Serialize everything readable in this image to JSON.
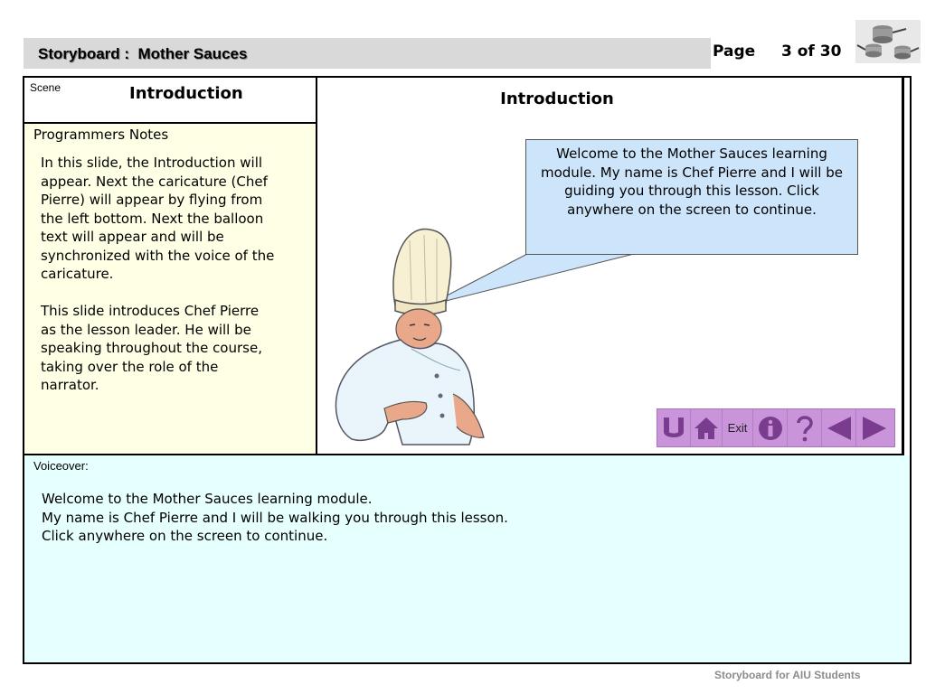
{
  "header": {
    "title": "Storyboard :  Mother Sauces",
    "page_label": "Page",
    "page_count": "3 of 30"
  },
  "scene": {
    "label": "Scene",
    "title": "Introduction"
  },
  "notes": {
    "label": "Programmers Notes",
    "paragraphs": [
      "In this slide, the Introduction will appear. Next the caricature (Chef Pierre) will appear by flying from the left bottom.  Next the balloon text will appear and will be synchronized with the voice of the caricature.",
      "This slide introduces Chef Pierre as the lesson leader. He will be speaking throughout the course, taking over the role of the narrator."
    ]
  },
  "slide": {
    "title": "Introduction",
    "speech": "Welcome to the Mother Sauces learning module. My name is Chef Pierre and I will be guiding you through this lesson. Click anywhere on the screen to continue."
  },
  "nav": {
    "buttons": [
      {
        "name": "undo-icon"
      },
      {
        "name": "home-icon"
      },
      {
        "name": "exit-button",
        "label": "Exit"
      },
      {
        "name": "info-icon"
      },
      {
        "name": "help-icon"
      },
      {
        "name": "back-arrow-icon"
      },
      {
        "name": "forward-arrow-icon"
      }
    ],
    "color": "#c994d9",
    "icon_color": "#7a3c8f"
  },
  "voiceover": {
    "label": "Voiceover:",
    "lines": [
      "Welcome to the Mother Sauces learning module.",
      "My name is Chef Pierre and I will be walking you through this lesson.",
      "Click anywhere on the screen to continue."
    ]
  },
  "colors": {
    "notes_bg": "#ffffe5",
    "voiceover_bg": "#e6ffff",
    "speech_bg": "#cde5fb",
    "title_bar_bg": "#d9d9d9"
  },
  "footer": {
    "text": "Storyboard for AIU Students"
  }
}
